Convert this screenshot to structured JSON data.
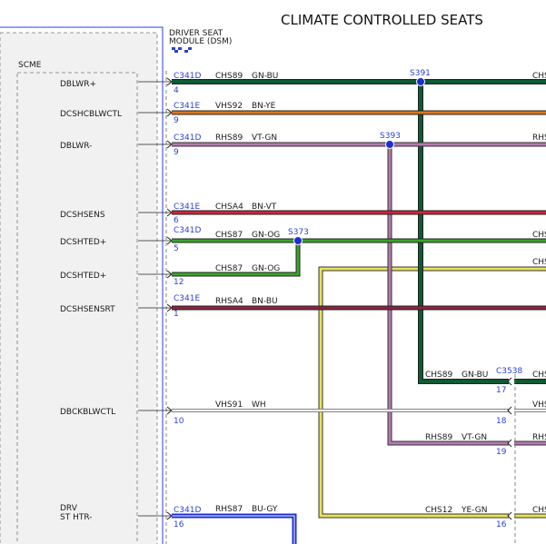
{
  "title": "CLIMATE CONTROLLED SEATS",
  "module": {
    "name_line1": "DRIVER SEAT",
    "name_line2": "MODULE (DSM)",
    "sub_label": "SCME"
  },
  "pins": [
    {
      "label": "DBLWR+",
      "connector": "C341D",
      "pin": "4",
      "circuit": "CHS89",
      "color_code": "GN-BU"
    },
    {
      "label": "DCSHCBLWCTL",
      "connector": "C341E",
      "pin": "9",
      "circuit": "VHS92",
      "color_code": "BN-YE"
    },
    {
      "label": "DBLWR-",
      "connector": "C341D",
      "pin": "9",
      "circuit": "RHS89",
      "color_code": "VT-GN"
    },
    {
      "label": "DCSHSENS",
      "connector": "C341E",
      "pin": "6",
      "circuit": "CHSA4",
      "color_code": "BN-VT"
    },
    {
      "label": "DCSHTED+",
      "connector": "C341D",
      "pin": "5",
      "circuit": "CHS87",
      "color_code": "GN-OG"
    },
    {
      "label": "DCSHTED+",
      "connector": "",
      "pin": "12",
      "circuit": "CHS87",
      "color_code": "GN-OG"
    },
    {
      "label": "DCSHSENSRT",
      "connector": "C341E",
      "pin": "1",
      "circuit": "RHSA4",
      "color_code": "BN-BU"
    },
    {
      "label": "DBCKBLWCTL",
      "connector": "",
      "pin": "10",
      "circuit": "VHS91",
      "color_code": "WH"
    },
    {
      "label_line1": "DRV",
      "label": "ST HTR-",
      "connector": "C341D",
      "pin": "16",
      "circuit": "RHS87",
      "color_code": "BU-GY"
    }
  ],
  "splices": [
    "S391",
    "S393",
    "S373"
  ],
  "right_connector": {
    "name": "C3538",
    "pins": [
      {
        "pin": "17",
        "circuit": "CHS89",
        "color_code": "GN-BU"
      },
      {
        "pin": "18",
        "circuit": "",
        "color_code": ""
      },
      {
        "pin": "19",
        "circuit": "RHS89",
        "color_code": "VT-GN"
      },
      {
        "pin": "16",
        "circuit": "CHS12",
        "color_code": "YE-GN"
      }
    ]
  },
  "right_edge_labels": [
    "CHS",
    "RHS",
    "CHS",
    "CHS",
    "CHS",
    "VHS",
    "RHS",
    "CHS"
  ],
  "wire_colors": {
    "green": "#1d6b2e",
    "bright_green": "#3aa52a",
    "dark_green": "#0f5a34",
    "orange": "#d9791c",
    "brown": "#8a4a1c",
    "violet": "#b47ab0",
    "red": "#c8283c",
    "yellow": "#e8e35a",
    "blue": "#1b2fd0",
    "white": "#ffffff",
    "border_blue": "#2b3fd6"
  }
}
